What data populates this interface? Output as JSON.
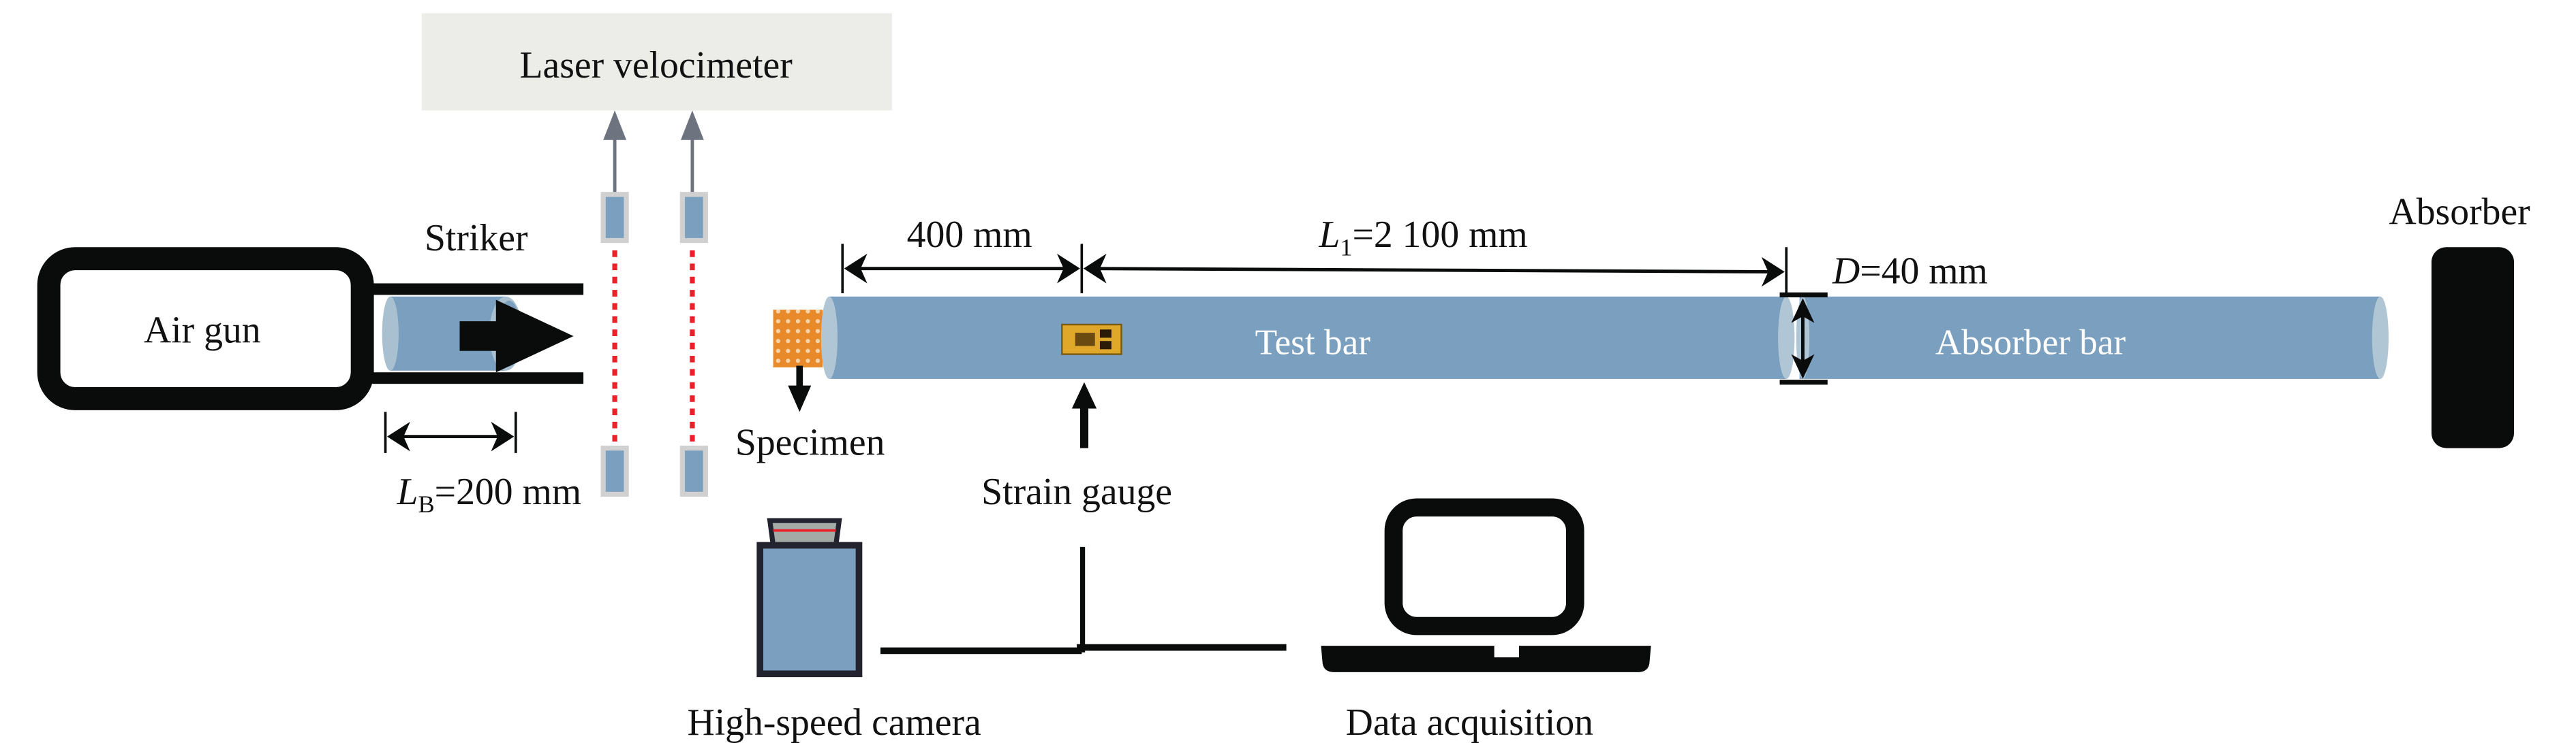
{
  "labels": {
    "laser_velocimeter": "Laser velocimeter",
    "air_gun": "Air gun",
    "striker": "Striker",
    "lb_symbol": "L",
    "lb_subscript": "B",
    "lb_value": "=200 mm",
    "specimen": "Specimen",
    "dim_400": "400 mm",
    "l1_symbol": "L",
    "l1_subscript": "1",
    "l1_value": "=2 100 mm",
    "d_symbol": "D",
    "d_value": "=40 mm",
    "test_bar": "Test bar",
    "absorber_bar": "Absorber bar",
    "absorber": "Absorber",
    "strain_gauge": "Strain gauge",
    "high_speed_camera": "High-speed camera",
    "data_acquisition": "Data acquisition"
  },
  "colors": {
    "bar": "#7a9fbf",
    "bar_end": "#b0c6d4",
    "velocimeter_box": "#ecece8",
    "laser": "#e8212b",
    "specimen": "#e8892a",
    "gauge": "#e0a82a",
    "arrow_gray": "#6e7380"
  }
}
